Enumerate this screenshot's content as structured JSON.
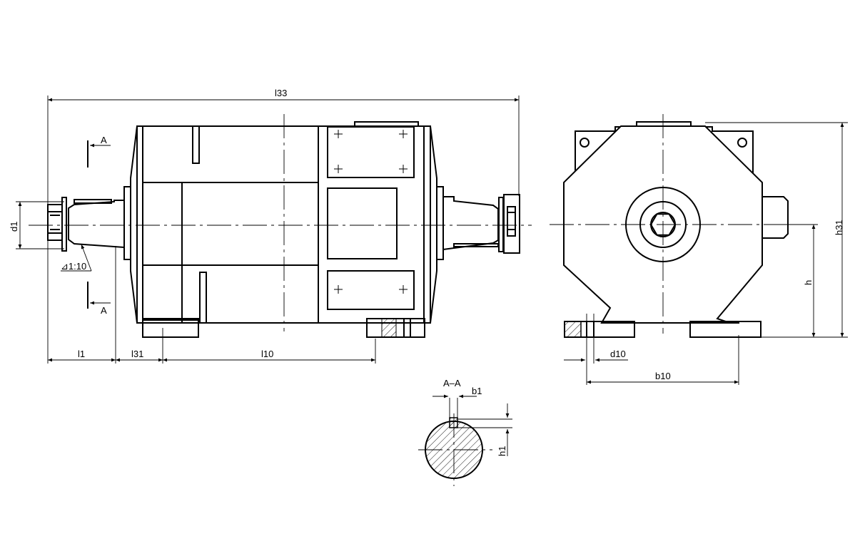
{
  "labels": {
    "l33": "l33",
    "d1": "d1",
    "taper": "⊿1:10",
    "section_mark_top": "A",
    "section_mark_bottom": "A",
    "l1": "l1",
    "l31": "l31",
    "l10": "l10",
    "h31": "h31",
    "h": "h",
    "d10": "d10",
    "b10": "b10",
    "section_title": "A–A",
    "b1": "b1",
    "h1": "h1"
  }
}
